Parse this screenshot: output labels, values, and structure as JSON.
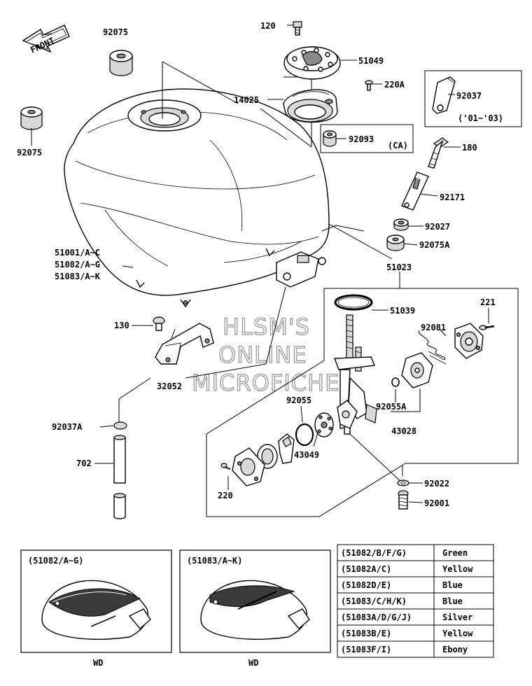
{
  "front_arrow": {
    "label": "FRONT"
  },
  "labels": {
    "p92075_top": "92075",
    "p92075_left": "92075",
    "p120": "120",
    "p51049": "51049",
    "p220A": "220A",
    "p14025": "14025",
    "p92093": "92093",
    "p92093_ca": "(CA)",
    "p92037": "92037",
    "p92037_years": "('01~'03)",
    "p180": "180",
    "p92171": "92171",
    "p92027": "92027",
    "p92075A": "92075A",
    "tank_1": "51001/A~C",
    "tank_2": "51082/A~G",
    "tank_3": "51083/A~K",
    "p51023": "51023",
    "p51039": "51039",
    "p221": "221",
    "p130": "130",
    "p92081": "92081",
    "p32052": "32052",
    "p92055": "92055",
    "p92055A": "92055A",
    "p43028": "43028",
    "p92037A": "92037A",
    "p43049": "43049",
    "p702": "702",
    "p220": "220",
    "p92022": "92022",
    "p92001": "92001"
  },
  "watermark": {
    "line1": "HLSM'S",
    "line2": "ONLINE",
    "line3": "MICROFICHE"
  },
  "inset_left": {
    "title": "(51082/A~G)",
    "caption": "WD"
  },
  "inset_right": {
    "title": "(51083/A~K)",
    "caption": "WD"
  },
  "color_table": [
    {
      "part": "(51082/B/F/G)",
      "color": "Green"
    },
    {
      "part": "(51082A/C)",
      "color": "Yellow"
    },
    {
      "part": "(51082D/E)",
      "color": "Blue"
    },
    {
      "part": "(51083/C/H/K)",
      "color": "Blue"
    },
    {
      "part": "(51083A/D/G/J)",
      "color": "Silver"
    },
    {
      "part": "(51083B/E)",
      "color": "Yellow"
    },
    {
      "part": "(51083F/I)",
      "color": "Ebony"
    }
  ]
}
